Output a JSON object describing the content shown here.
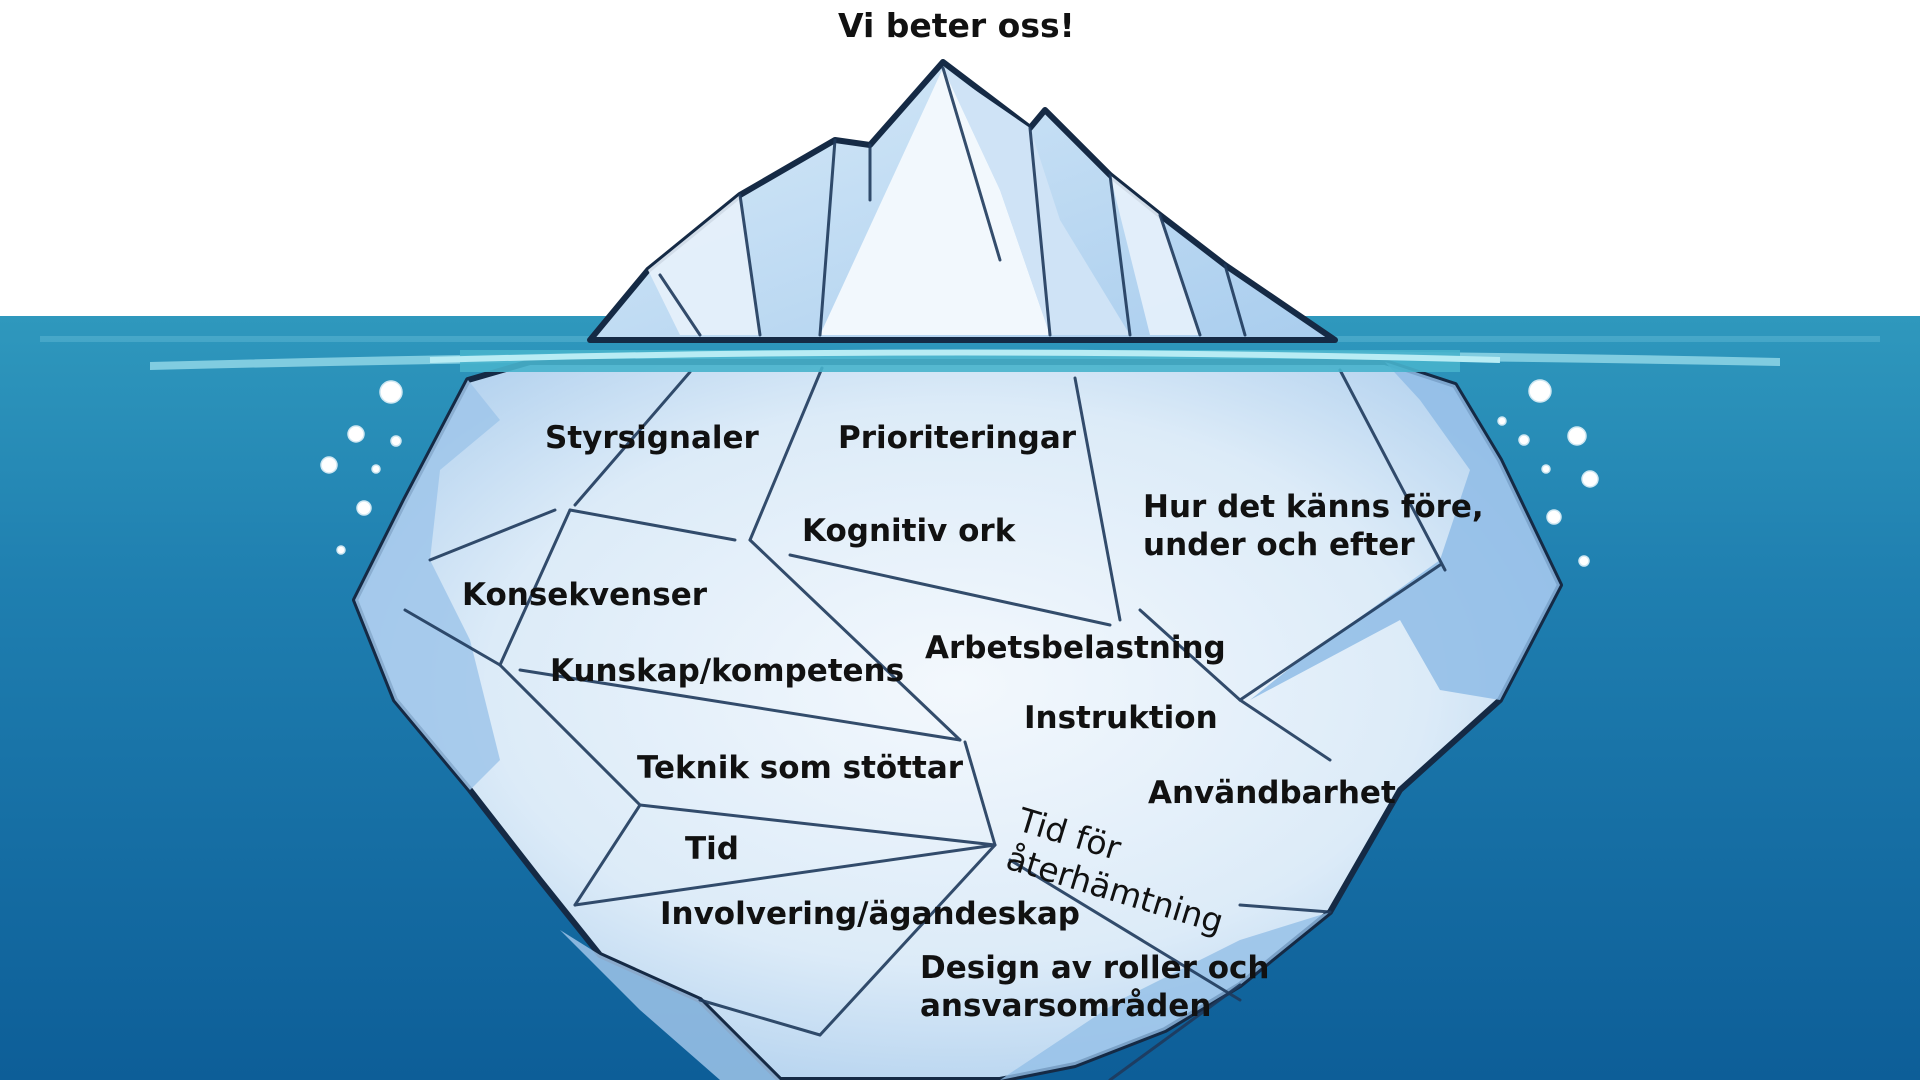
{
  "diagram": {
    "title": "Vi beter oss!",
    "labels": {
      "styrsignaler": "Styrsignaler",
      "prioriteringar": "Prioriteringar",
      "kognitiv_ork": "Kognitiv ork",
      "hur_det_kanns": "Hur det känns före,\nunder och efter",
      "konsekvenser": "Konsekvenser",
      "arbetsbelastning": "Arbetsbelastning",
      "kunskap_kompetens": "Kunskap/kompetens",
      "instruktion": "Instruktion",
      "teknik": "Teknik som stöttar",
      "anvandbarhet": "Användbarhet",
      "tid_for_aterhamtning": "Tid för\nåterhämtning",
      "tid": "Tid",
      "involvering": "Involvering/ägandeskap",
      "design_roller": "Design av roller och\nansvarsområden"
    },
    "colors": {
      "sky": "#ffffff",
      "water_top": "#2f98bd",
      "water_bottom": "#0d5e98",
      "ice_light": "#e9f3fb",
      "ice_mid": "#b9d8f1",
      "ice_shadow": "#7fb2e0",
      "outline": "#152a45",
      "text": "#111111"
    }
  }
}
